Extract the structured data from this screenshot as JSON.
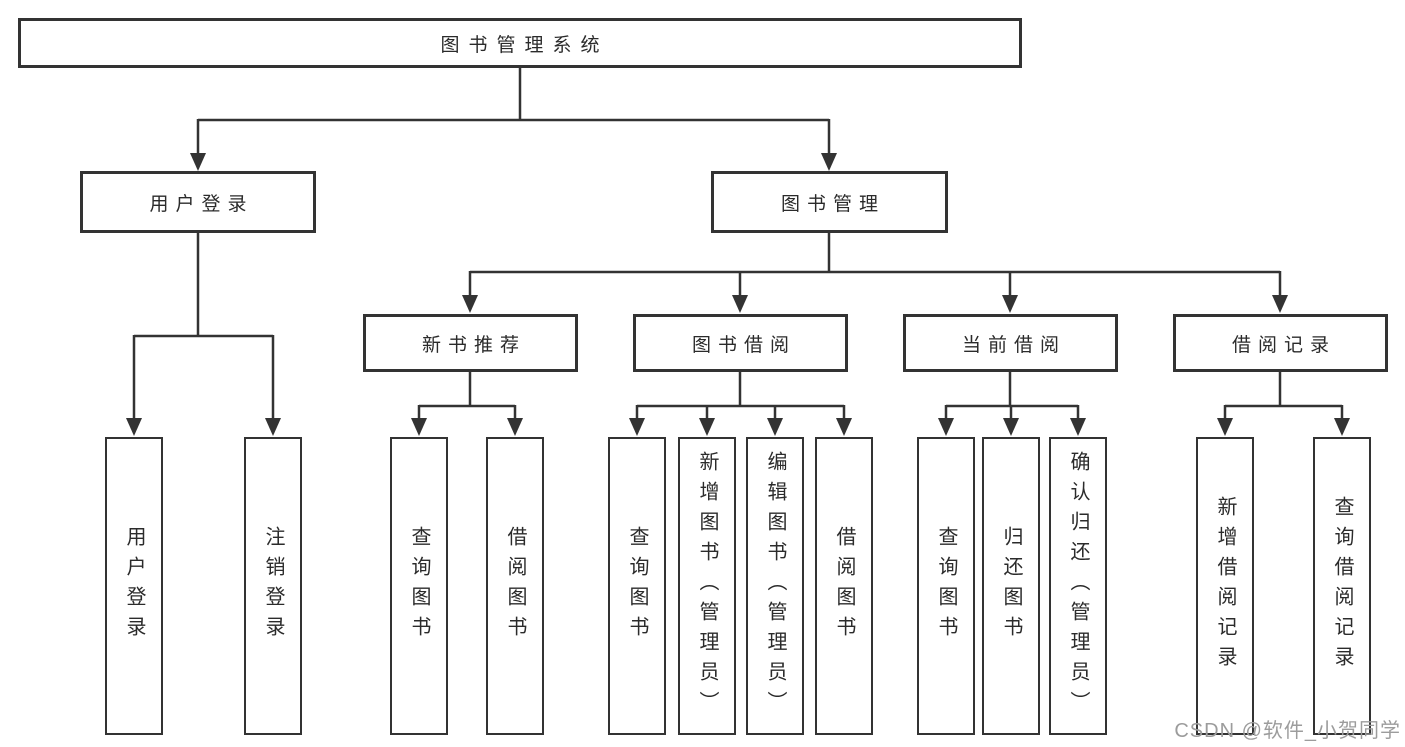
{
  "diagram": {
    "root": {
      "label": "图书管理系统"
    },
    "branches": [
      {
        "label": "用户登录",
        "children": [
          {
            "label": "用户登录"
          },
          {
            "label": "注销登录"
          }
        ]
      },
      {
        "label": "图书管理",
        "children": [
          {
            "label": "新书推荐",
            "children": [
              {
                "label": "查询图书"
              },
              {
                "label": "借阅图书"
              }
            ]
          },
          {
            "label": "图书借阅",
            "children": [
              {
                "label": "查询图书"
              },
              {
                "label": "新增图书（管理员）"
              },
              {
                "label": "编辑图书（管理员）"
              },
              {
                "label": "借阅图书"
              }
            ]
          },
          {
            "label": "当前借阅",
            "children": [
              {
                "label": "查询图书"
              },
              {
                "label": "归还图书"
              },
              {
                "label": "确认归还（管理员）"
              }
            ]
          },
          {
            "label": "借阅记录",
            "children": [
              {
                "label": "新增借阅记录"
              },
              {
                "label": "查询借阅记录"
              }
            ]
          }
        ]
      }
    ],
    "watermark": "CSDN @软件_小贺同学",
    "colors": {
      "line": "#333333",
      "text": "#2b2b2b",
      "box_fill": "#ffffff",
      "watermark": "#9c9c9c",
      "background": "#ffffff"
    }
  }
}
